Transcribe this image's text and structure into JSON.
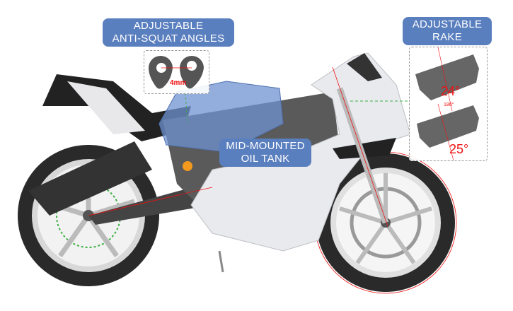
{
  "callouts": {
    "anti_squat": {
      "line1": "ADJUSTABLE",
      "line2": "ANTI-SQUAT ANGLES",
      "measurement": "4mm"
    },
    "rake": {
      "line1": "ADJUSTABLE",
      "line2": "RAKE",
      "angle_top": "24°",
      "rotation": "180°",
      "angle_bottom": "25°"
    },
    "oil_tank": {
      "line1": "MID-MOUNTED",
      "line2": "OIL TANK"
    }
  },
  "colors": {
    "label_bg": "#5a7fbf",
    "accent_red": "#f01010",
    "tank_blue": "#6f93d0",
    "guide_green": "#3cb043"
  }
}
